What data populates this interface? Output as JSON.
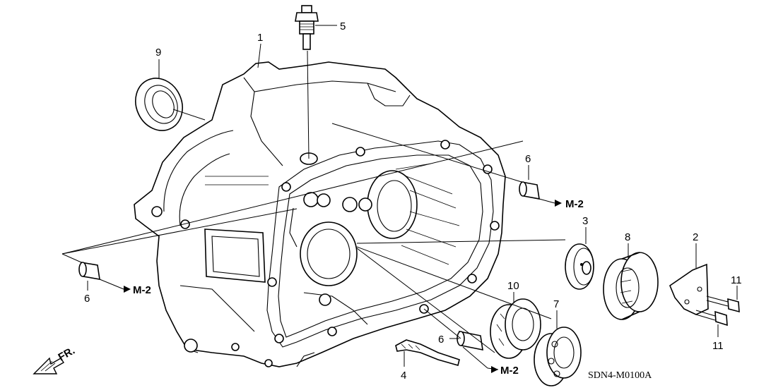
{
  "callouts": {
    "c1": "1",
    "c2": "2",
    "c3": "3",
    "c4": "4",
    "c5": "5",
    "c6a": "6",
    "c6b": "6",
    "c6c": "6",
    "c7": "7",
    "c8": "8",
    "c9": "9",
    "c10": "10",
    "c11a": "11",
    "c11b": "11"
  },
  "references": {
    "m2a": "M-2",
    "m2b": "M-2",
    "m2c": "M-2"
  },
  "direction_label": "FR.",
  "diagram_code": "SDN4-M0100A"
}
